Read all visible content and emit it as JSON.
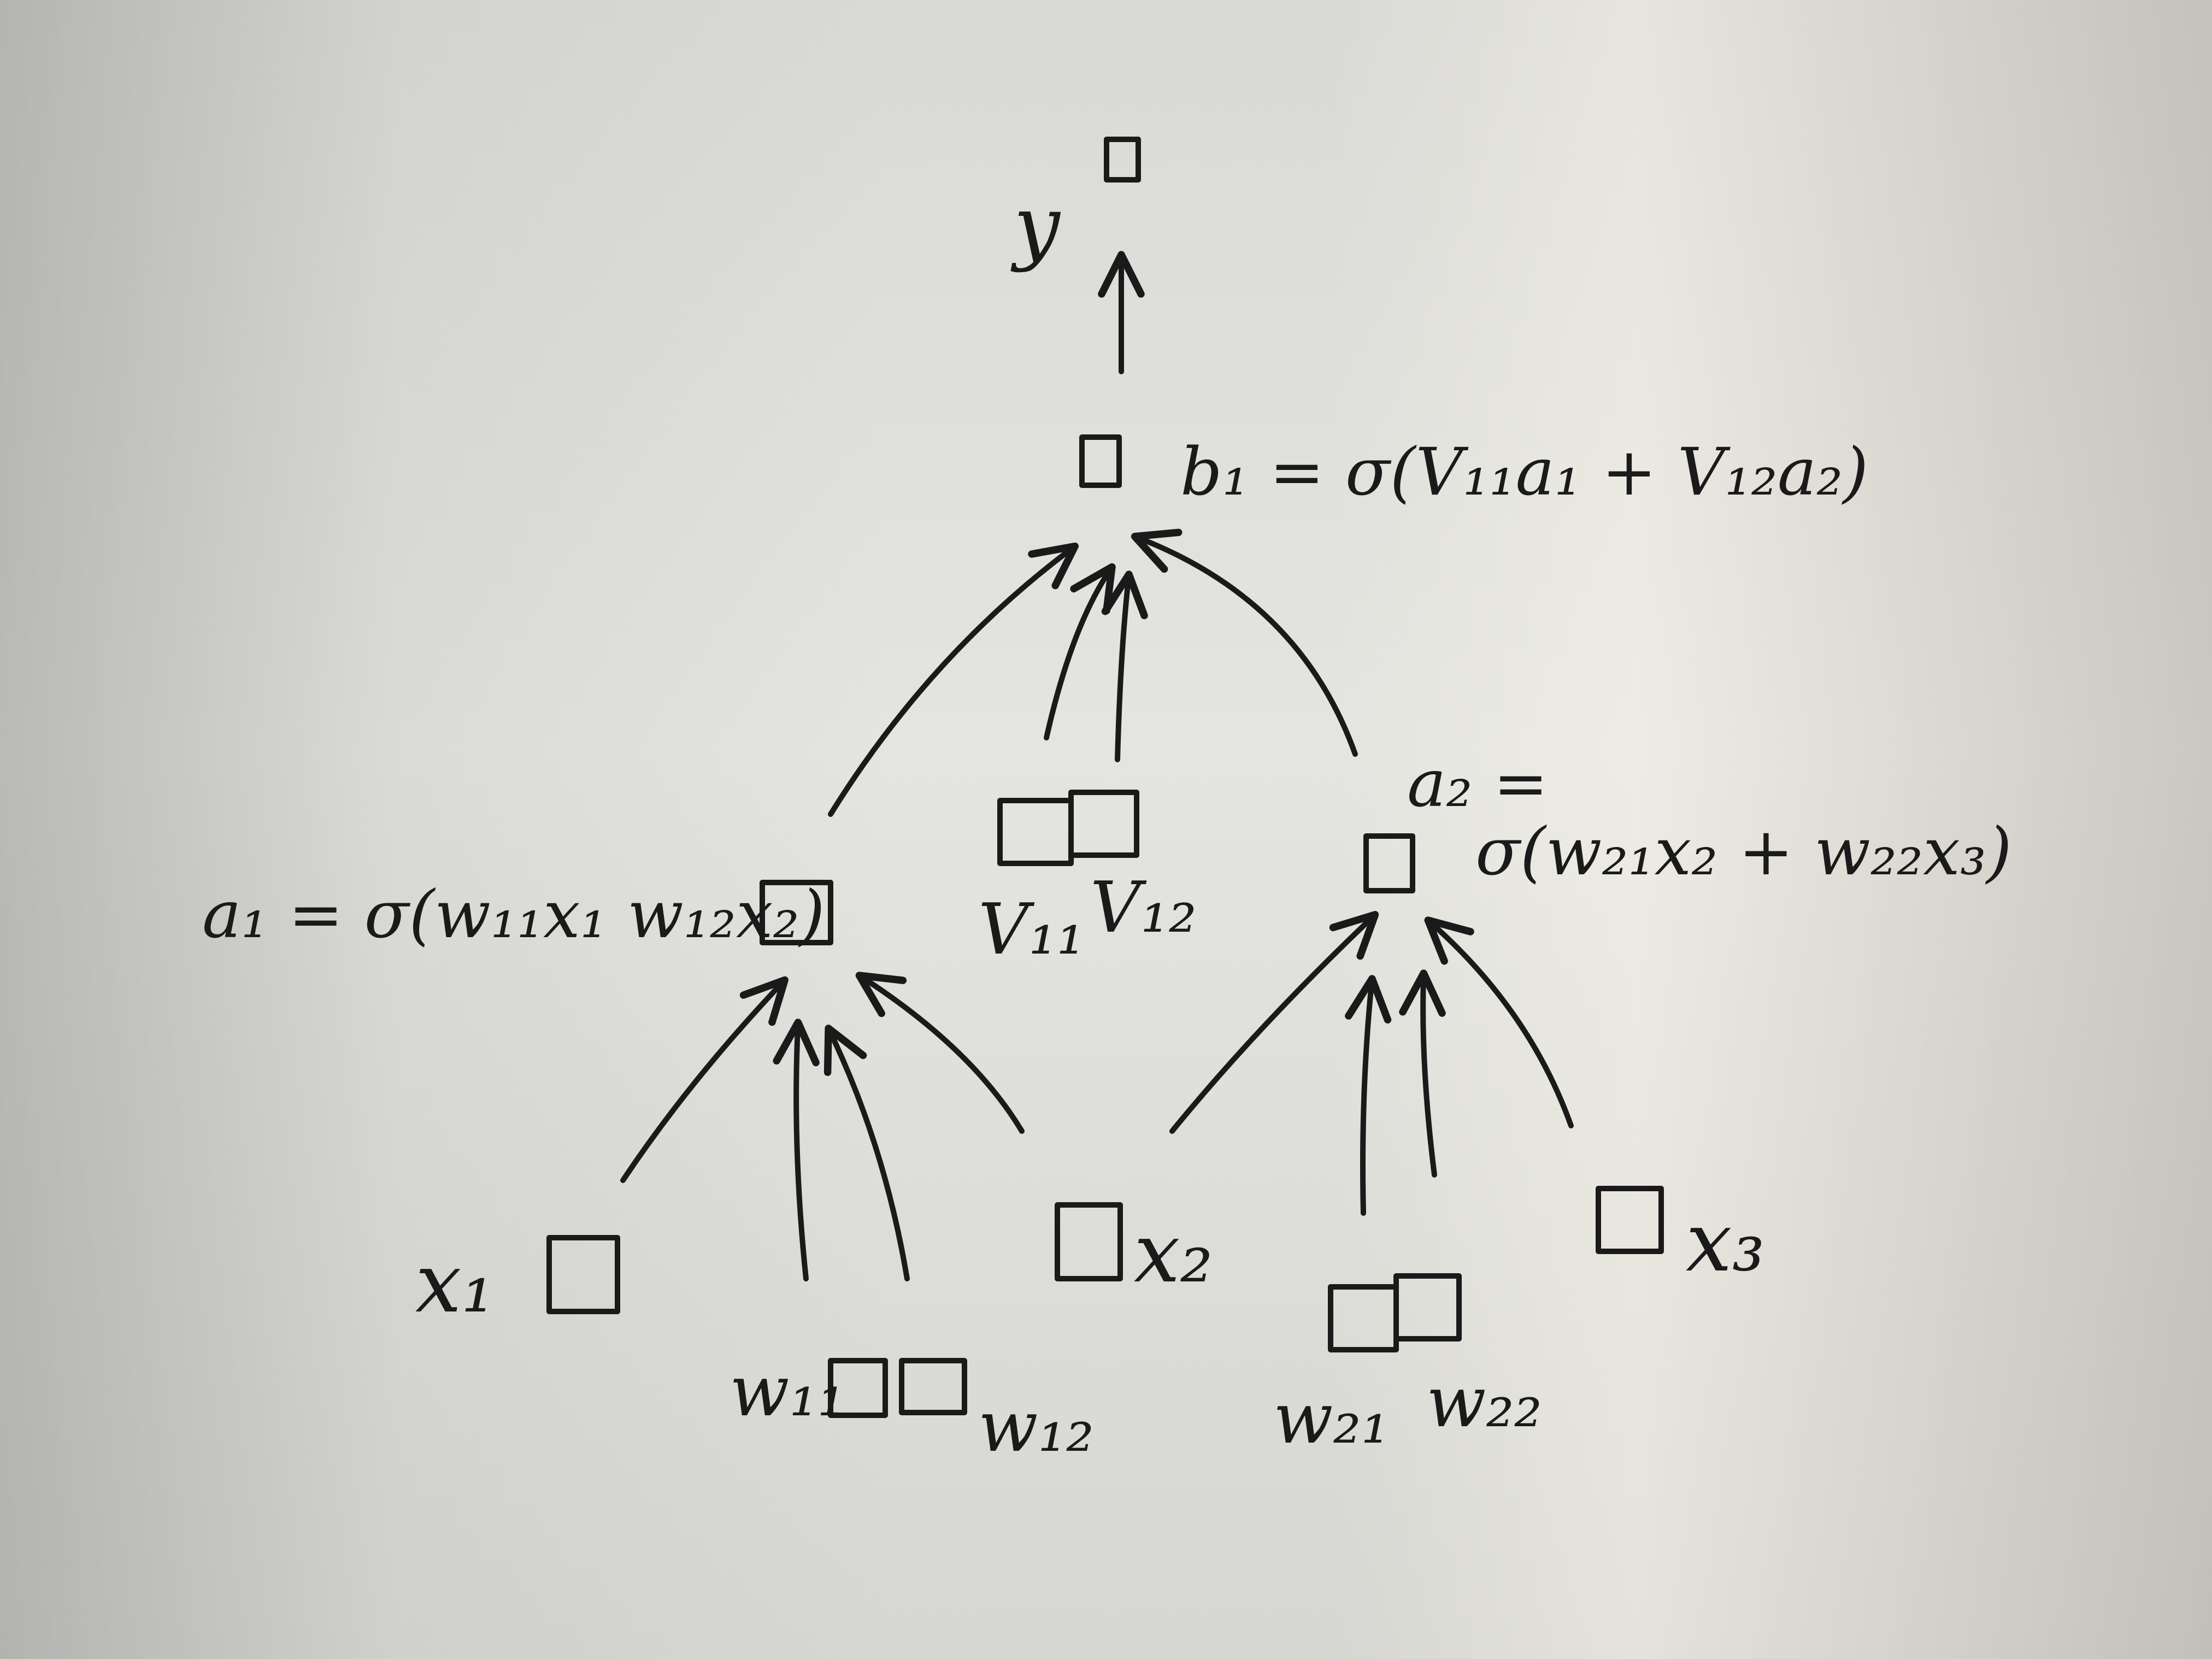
{
  "diagram": {
    "output_label": "y",
    "top_equation": "b₁ = σ(V₁₁a₁ + V₁₂a₂)",
    "left_equation": "a₁ = σ(w₁₁x₁ w₁₂x₂)",
    "right_equation_lhs": "a₂ =",
    "right_equation_rhs": "σ(w₂₁x₂ + w₂₂x₃)",
    "inputs": {
      "x1": "x₁",
      "x2": "x₂",
      "x3": "x₃"
    },
    "weights": {
      "v11": "V₁₁",
      "v12": "V₁₂",
      "w11": "w₁₁",
      "w12": "w₁₂",
      "w21": "w₂₁",
      "w22": "w₂₂"
    }
  }
}
